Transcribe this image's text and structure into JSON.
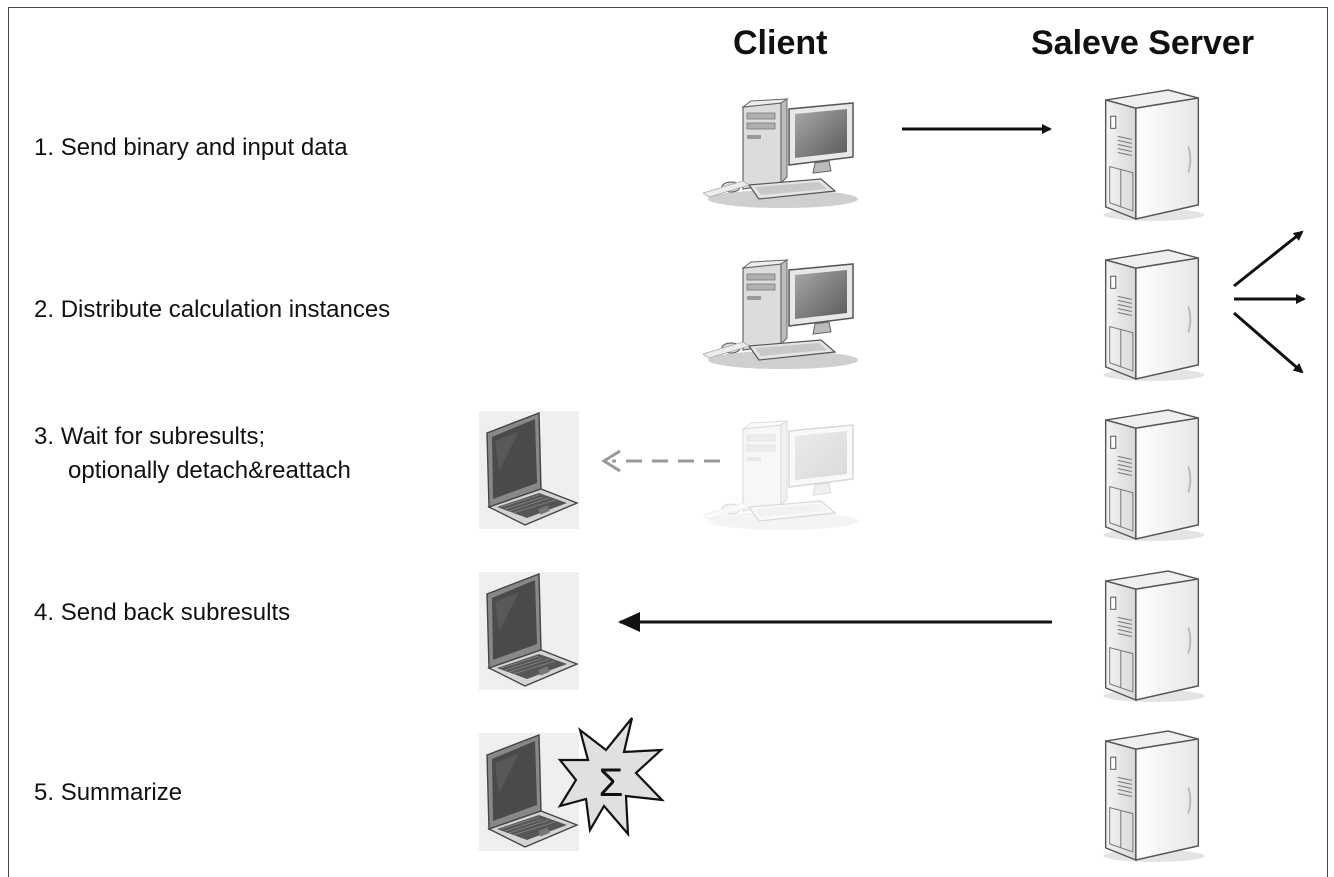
{
  "headers": {
    "client": "Client",
    "server": "Saleve Server"
  },
  "steps": [
    {
      "number": "1.",
      "lines": [
        "Send binary and input data"
      ]
    },
    {
      "number": "2.",
      "lines": [
        "Distribute calculation instances"
      ]
    },
    {
      "number": "3.",
      "lines": [
        "Wait for subresults;",
        "optionally detach&reattach"
      ]
    },
    {
      "number": "4.",
      "lines": [
        "Send back subresults"
      ]
    },
    {
      "number": "5.",
      "lines": [
        "Summarize"
      ]
    }
  ],
  "icons": {
    "client_workstation": "desktop-computer-icon",
    "client_laptop": "laptop-icon",
    "server": "tower-server-icon",
    "summary_burst": "sigma-burst-icon"
  },
  "summary_symbol": "Σ",
  "colors": {
    "ink": "#111111",
    "dashed_arrow": "#999999",
    "faded_workstation": "#d9d9d9"
  }
}
